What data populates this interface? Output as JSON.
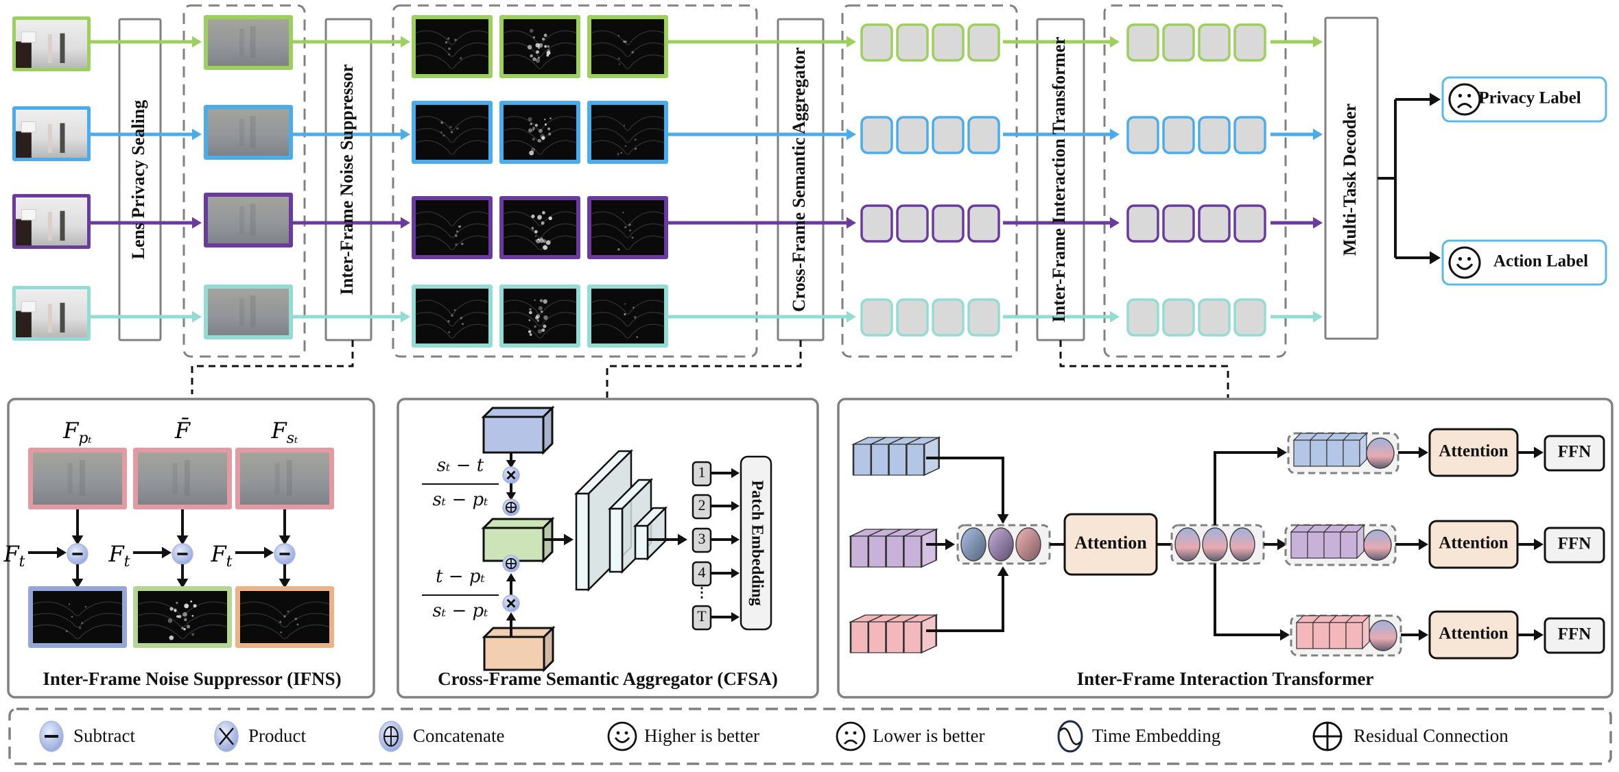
{
  "figure": {
    "rows": [
      {
        "name": "frame-1",
        "color": "#9ccf5e"
      },
      {
        "name": "frame-2",
        "color": "#4aacea"
      },
      {
        "name": "frame-3",
        "color": "#6b3a9e"
      },
      {
        "name": "frame-4",
        "color": "#93dcd4"
      }
    ],
    "modules": {
      "lens_privacy_sealing": "Lens Privacy Sealing",
      "ifns": "Inter-Frame Noise Suppressor",
      "cfsa": "Cross-Frame Semantic Aggregator",
      "ifit": "Inter-Frame Interaction Transformer",
      "decoder": "Multi-Task Decoder"
    },
    "outputs": {
      "privacy_label": "Privacy Label",
      "privacy_icon": "sad-face-icon",
      "action_label": "Action Label",
      "action_icon": "happy-face-icon"
    },
    "colors": {
      "module_border": "#808080",
      "output_border": "#5bb8e8",
      "ifns_top_border": "#e39aa2",
      "ifns_out_borders": [
        "#93a6da",
        "#b5d595",
        "#eab286"
      ],
      "op_fill": "#b7c5ec",
      "token_fill": "#d9d9d9",
      "cube_blue": "#b4c3e6",
      "cube_green": "#cde3b8",
      "cube_orange": "#f2cfb0",
      "attention_fill": "#f7e5d5",
      "ffn_fill": "#f2f2f2"
    }
  },
  "ifns_panel": {
    "title": "Inter-Frame Noise Suppressor (IFNS)",
    "inputs": [
      {
        "base": "F",
        "sub": "pₜ"
      },
      {
        "base": "F̄",
        "sub": ""
      },
      {
        "base": "F",
        "sub": "sₜ"
      }
    ],
    "current_frame": {
      "base": "F",
      "sub": "t"
    },
    "operator": "−"
  },
  "cfsa_panel": {
    "title": "Cross-Frame Semantic Aggregator (CFSA)",
    "weight_top": {
      "num": "sₜ − t",
      "den": "sₜ − pₜ"
    },
    "weight_bottom": {
      "num": "t − pₜ",
      "den": "sₜ − pₜ"
    },
    "product_op": "×",
    "concat_op": "⊕",
    "patches": [
      "1",
      "2",
      "3",
      "4",
      "T"
    ],
    "ellipsis": "⋮",
    "patch_embedding": "Patch Embedding"
  },
  "ifit_panel": {
    "title": "Inter-Frame Interaction Transformer",
    "attention": "Attention",
    "ffn": "FFN",
    "branches": [
      "blue",
      "purple",
      "pink"
    ]
  },
  "legend": {
    "items": [
      {
        "icon": "subtract-icon",
        "label": "Subtract"
      },
      {
        "icon": "product-icon",
        "label": "Product"
      },
      {
        "icon": "concatenate-icon",
        "label": "Concatenate"
      },
      {
        "icon": "happy-face-icon",
        "label": "Higher is better"
      },
      {
        "icon": "sad-face-icon",
        "label": "Lower is better"
      },
      {
        "icon": "time-embedding-icon",
        "label": "Time Embedding"
      },
      {
        "icon": "residual-connection-icon",
        "label": "Residual Connection"
      }
    ]
  }
}
